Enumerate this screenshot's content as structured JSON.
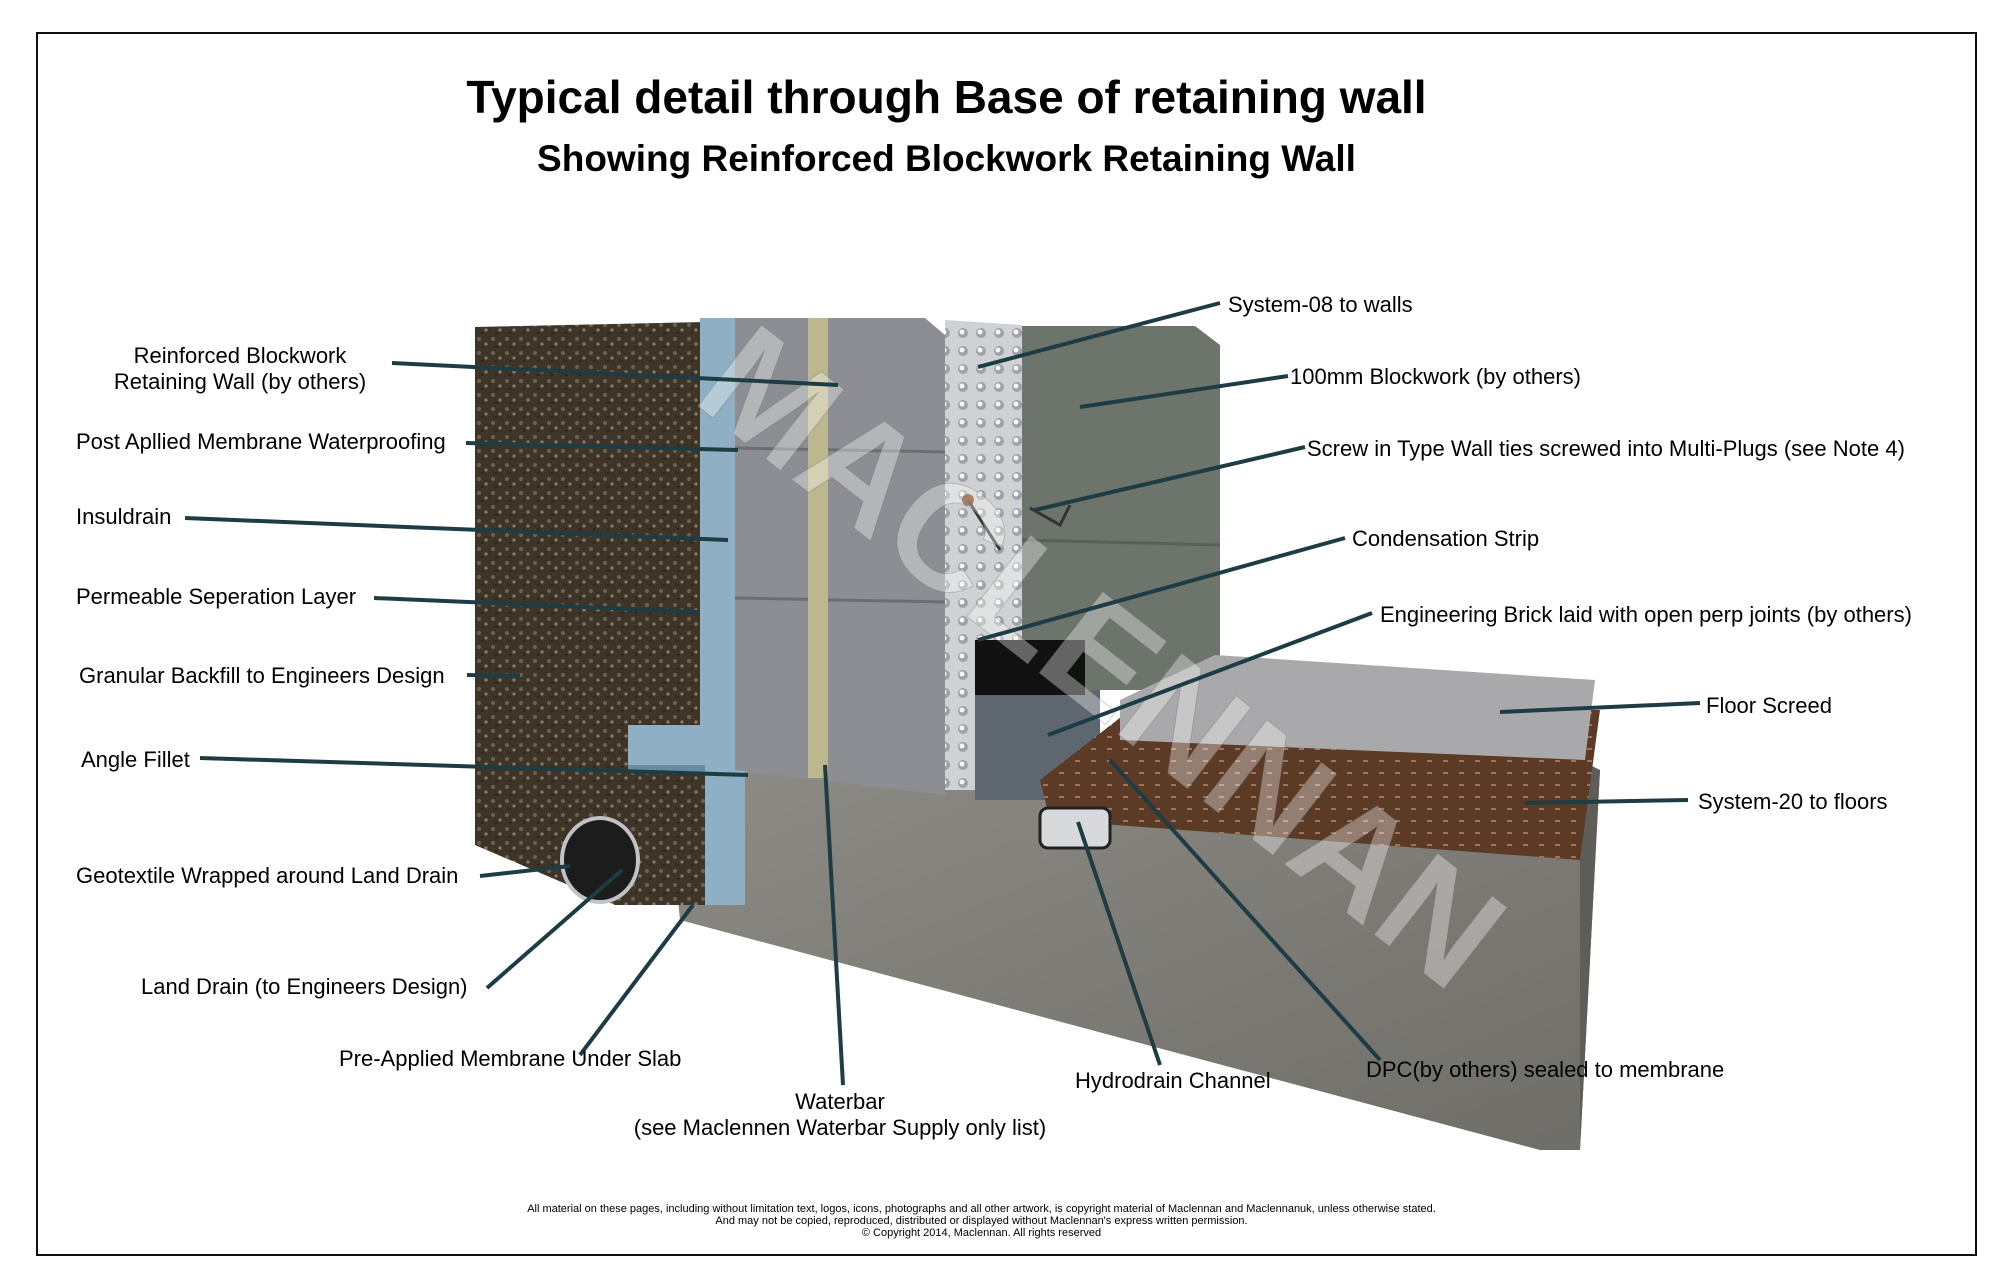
{
  "title": "Typical detail through Base of retaining wall",
  "subtitle": "Showing Reinforced Blockwork Retaining Wall",
  "watermark": "MACLENNAN",
  "labels": {
    "reinforced_blockwork_1": "Reinforced Blockwork",
    "reinforced_blockwork_2": "Retaining Wall (by others)",
    "post_applied_membrane": "Post Apllied Membrane Waterproofing",
    "insuldrain": "Insuldrain",
    "permeable_layer": "Permeable Seperation Layer",
    "granular_backfill": "Granular Backfill to Engineers Design",
    "angle_fillet": "Angle Fillet",
    "geotextile": "Geotextile Wrapped around Land Drain",
    "land_drain": "Land Drain (to Engineers Design)",
    "pre_applied_membrane": "Pre-Applied Membrane Under Slab",
    "waterbar_1": "Waterbar",
    "waterbar_2": "(see Maclennen Waterbar Supply only list)",
    "hydrodrain": "Hydrodrain Channel",
    "dpc": "DPC(by others) sealed to membrane",
    "system08": "System-08 to walls",
    "blockwork100": "100mm Blockwork (by others)",
    "screw_ties": "Screw in Type  Wall ties screwed into Multi-Plugs (see Note 4)",
    "condensation": "Condensation Strip",
    "engineering_brick": "Engineering Brick laid with open perp joints (by others)",
    "floor_screed": "Floor Screed",
    "system20": "System-20 to floors"
  },
  "footer": {
    "line1": "All material on these pages, including without limitation text, logos, icons, photographs and all other artwork, is copyright material of Maclennan and Maclennanuk, unless otherwise stated.",
    "line2": "And may not be copied, reproduced, distributed or displayed without Maclennan's express written permission.",
    "line3": "© Copyright 2014, Maclennan.  All rights reserved"
  },
  "colors": {
    "leader": "#1e3c44",
    "gravel": "#3e3528",
    "membrane": "#8fb0c4",
    "block": "#8a8b90",
    "concrete": "#8e8c86",
    "screed": "#a9a9ab",
    "system20": "#5b3a26"
  }
}
